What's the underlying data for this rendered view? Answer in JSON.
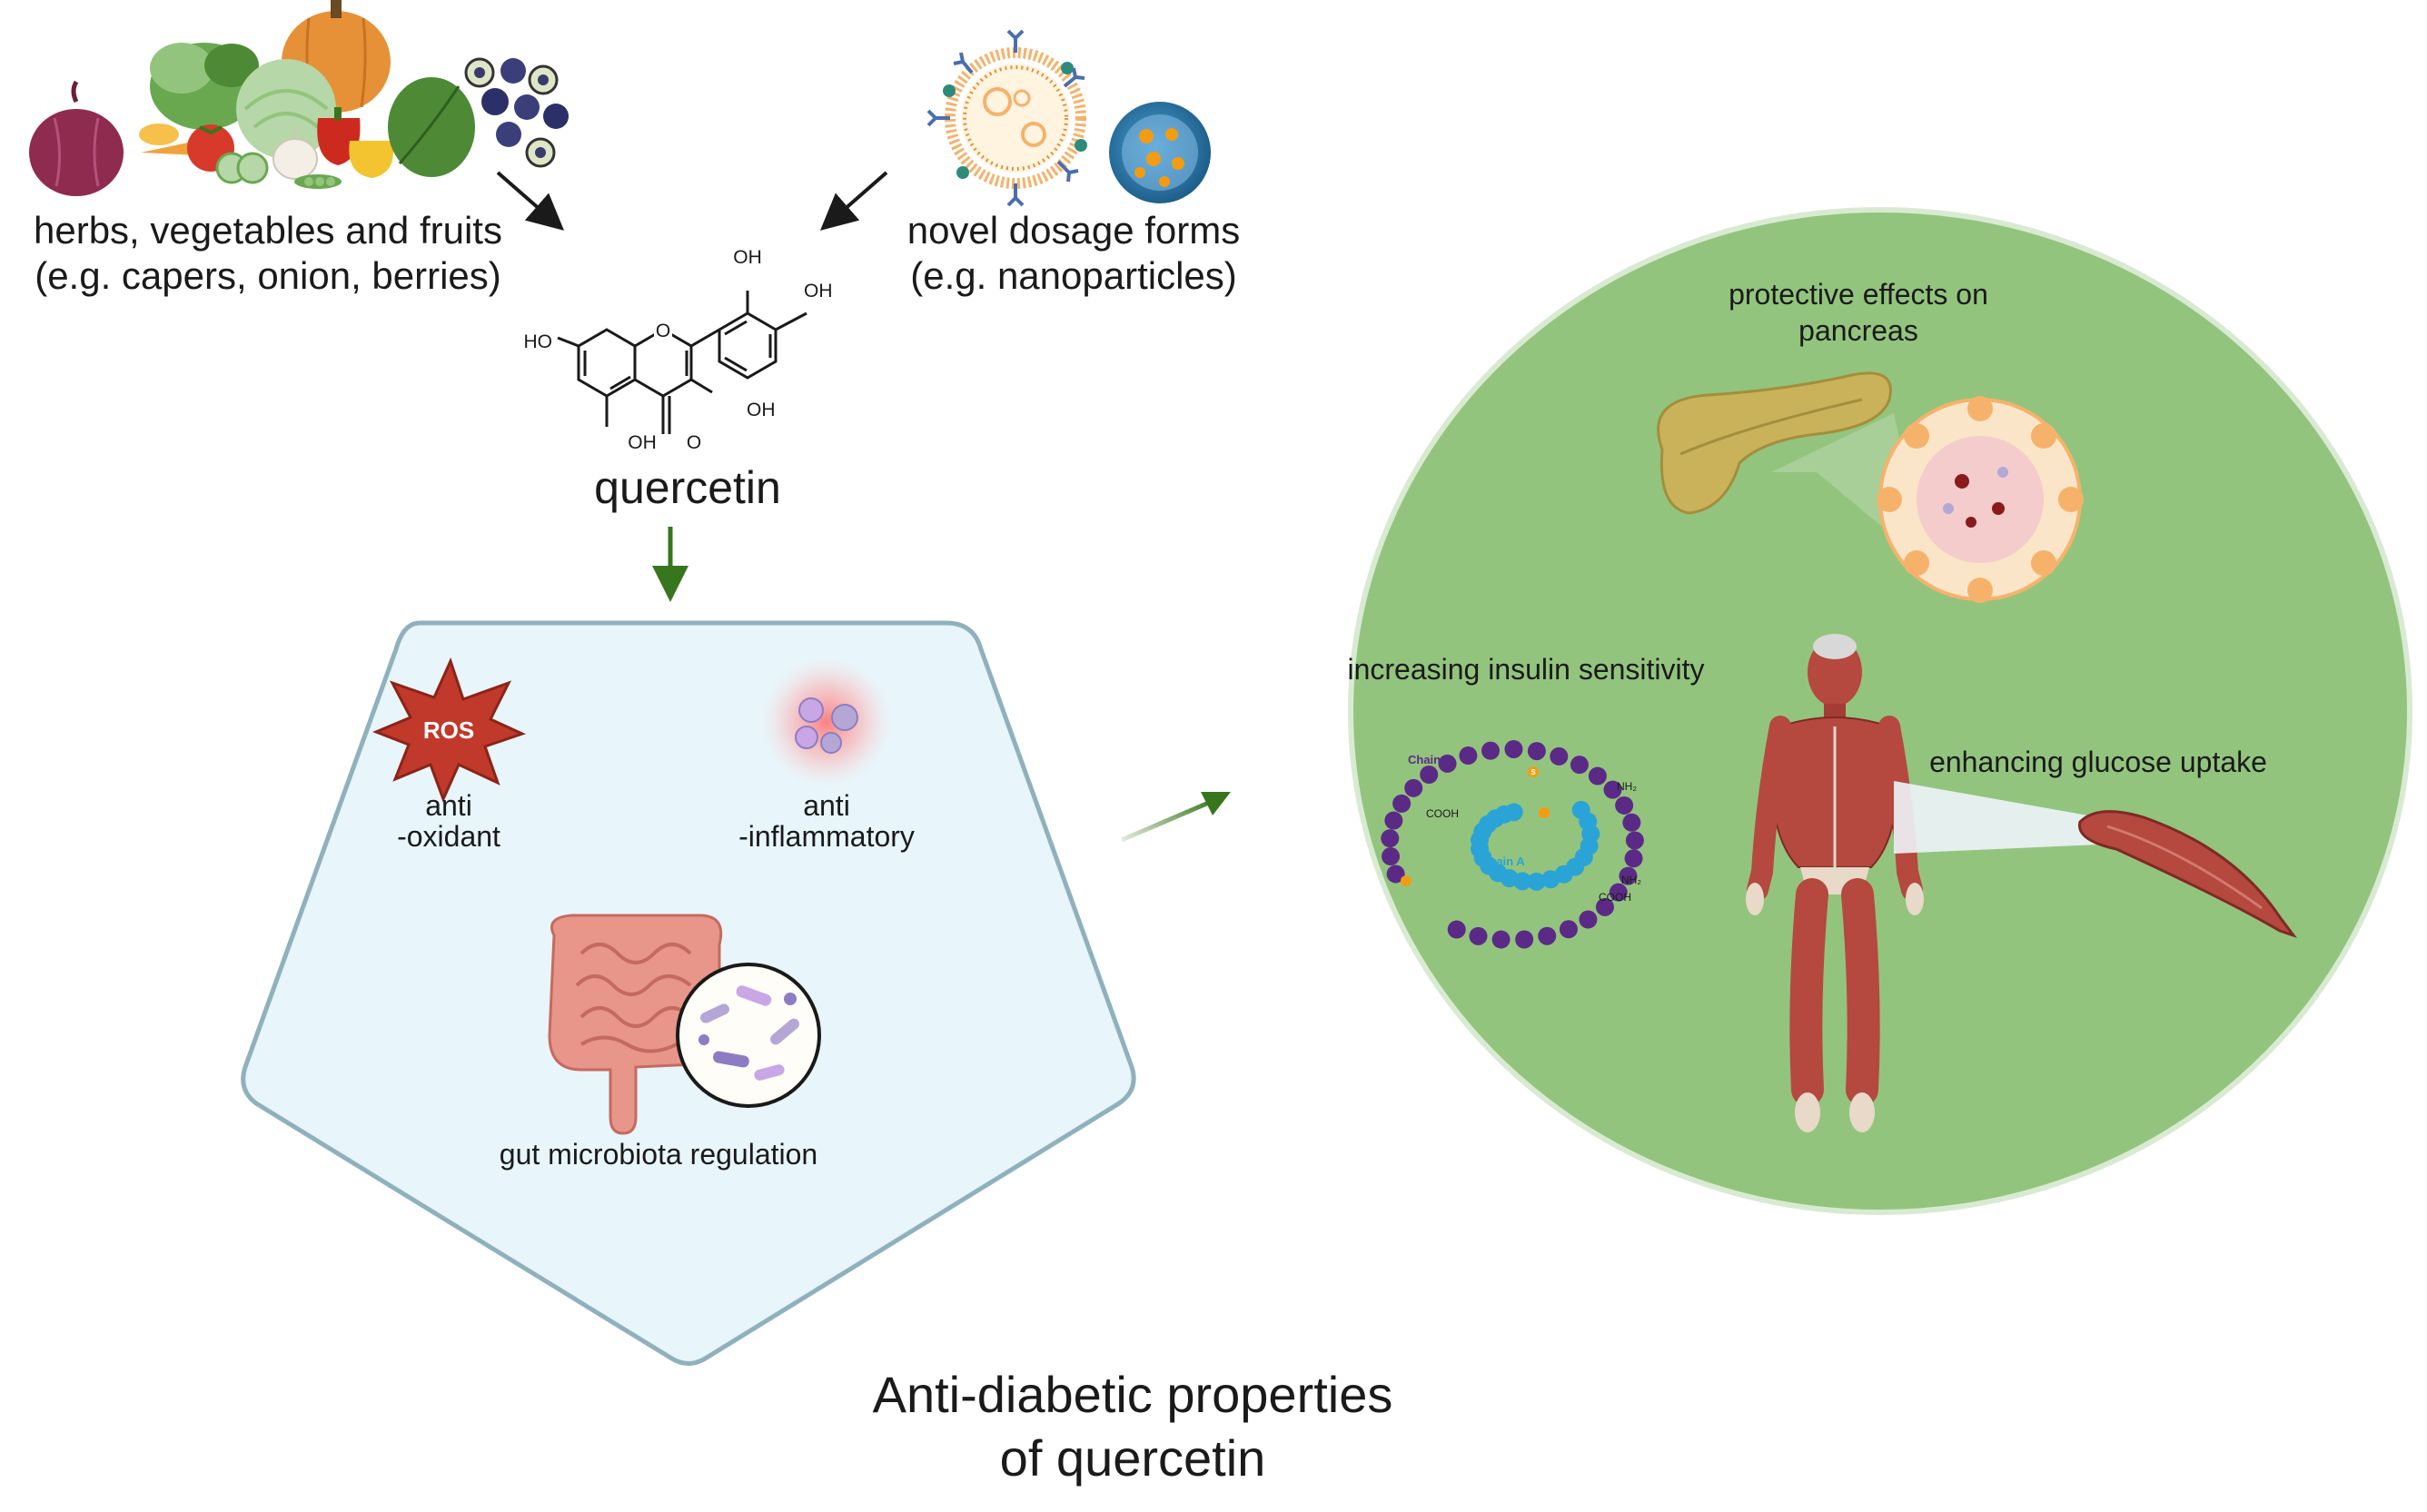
{
  "sources": {
    "foods_line1": "herbs, vegetables and fruits",
    "foods_line2": "(e.g. capers, onion, berries)",
    "dosage_line1": "novel dosage forms",
    "dosage_line2": "(e.g. nanoparticles)"
  },
  "molecule": {
    "name": "quercetin",
    "labels": [
      "HO",
      "O",
      "OH",
      "OH",
      "OH",
      "OH",
      "O"
    ]
  },
  "pentagon": {
    "ros_badge": "ROS",
    "antioxidant_line1": "anti",
    "antioxidant_line2": "-oxidant",
    "antiinflammatory_line1": "anti",
    "antiinflammatory_line2": "-inflammatory",
    "gut": "gut microbiota regulation"
  },
  "circle": {
    "pancreas_line1": "protective effects on",
    "pancreas_line2": "pancreas",
    "insulin": "increasing insulin sensitivity",
    "glucose": "enhancing glucose uptake",
    "insulin_labels": {
      "chain_b": "Chain B",
      "chain_a": "Chain A",
      "cooh_1": "COOH",
      "cooh_2": "COOH",
      "nh2_1": "NH₂",
      "nh2_2": "NH₂",
      "disulfide": "S"
    }
  },
  "title": {
    "line1": "Anti-diabetic properties",
    "line2": "of quercetin"
  },
  "colors": {
    "green_circle": "#93c47d",
    "circle_border": "#d9ead3",
    "pentagon_fill": "#e8f5fa",
    "pentagon_border": "#8fb1bd",
    "arrow_dark": "#1a1a1a",
    "arrow_green": "#38761d",
    "ros_red": "#c0392b",
    "muscle_red": "#b5483f",
    "insulin_b": "#5b2a86",
    "insulin_a": "#2aa4d6"
  }
}
